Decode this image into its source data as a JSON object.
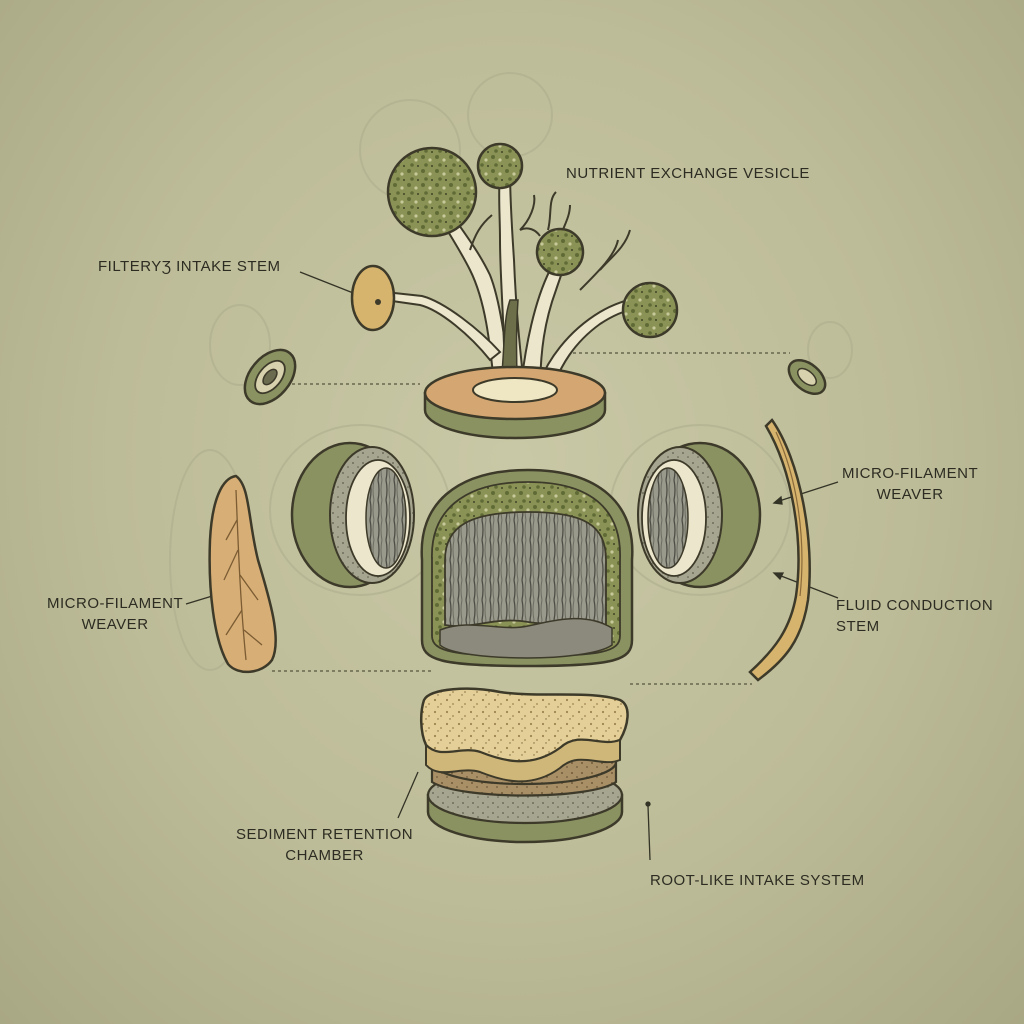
{
  "labels": {
    "nutrient_vesicle": "NUTRIENT EXCHANGE VESICLE",
    "filter_stem": "FILTERYƷ INTAKE STEM",
    "weaver_right_1": "MICRO-FILAMENT",
    "weaver_right_2": "WEAVER",
    "weaver_left_1": "MICRO-FILAMENT",
    "weaver_left_2": "WEAVER",
    "fluid_stem_1": "FLUID CONDUCTION",
    "fluid_stem_2": "STEM",
    "sediment_1": "SEDIMENT RETENTION",
    "sediment_2": "CHAMBER",
    "root_system": "ROOT-LIKE INTAKE SYSTEM"
  },
  "colors": {
    "background": "#c2c19e",
    "olive_shell": "#8b9160",
    "moss": "#7f8a4c",
    "tan_fill": "#d9b477",
    "cream": "#eee9cc",
    "outline": "#3d3a2a"
  }
}
